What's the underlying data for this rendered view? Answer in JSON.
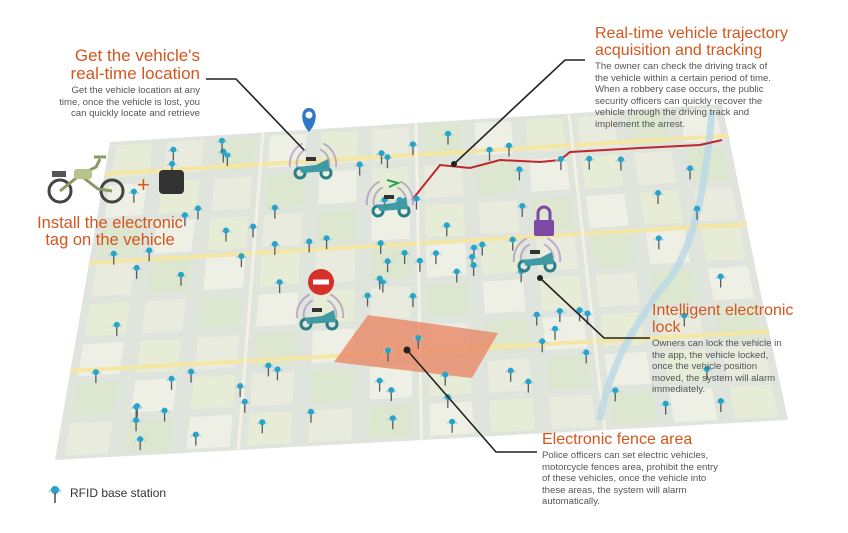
{
  "callouts": {
    "location": {
      "title_lines": [
        "Get the vehicle's",
        "real-time location"
      ],
      "desc_lines": [
        "Get the vehicle location at any",
        "time, once the vehicle is lost, you",
        "can quickly locate and retrieve"
      ]
    },
    "trajectory": {
      "title_lines": [
        "Real-time vehicle trajectory",
        "acquisition and tracking"
      ],
      "desc_lines": [
        "The owner can check the driving track of",
        "the vehicle within a certain period of time.",
        "When a robbery case occurs, the public",
        "security officers can quickly recover the",
        "vehicle through the driving track and",
        "implement the arrest."
      ]
    },
    "lock": {
      "title_lines": [
        "Intelligent electronic",
        "lock"
      ],
      "desc_lines": [
        "Owners can lock the vehicle in",
        "the app, the vehicle locked,",
        "once the vehicle position",
        "moved, the system will alarm",
        "immediately."
      ]
    },
    "fence": {
      "title_lines": [
        "Electronic fence area"
      ],
      "desc_lines": [
        "Police officers can set electric vehicles,",
        "motorcycle fences area, prohibit the entry",
        "of these vehicles, once the vehicle into",
        "these areas, the system will alarm",
        "automatically."
      ]
    },
    "install": {
      "title_lines": [
        "Install the electronic",
        "tag on the vehicle"
      ],
      "plus_sign": "+"
    }
  },
  "legend": {
    "label": "RFID base station",
    "icon": "rfid-station-icon"
  },
  "colors": {
    "accent": "#d4561e",
    "body_text": "#555555",
    "station": "#29a3c7",
    "trajectory": "#c0262e",
    "fence": "#e8825f",
    "pin": "#2f78c4",
    "lock": "#7d4aa3",
    "no_entry": "#d6302b",
    "road": "#f5e6a3",
    "map_block": "#e6ecd5",
    "map_base": "#dfe4dc",
    "callout_line": "#222222"
  }
}
